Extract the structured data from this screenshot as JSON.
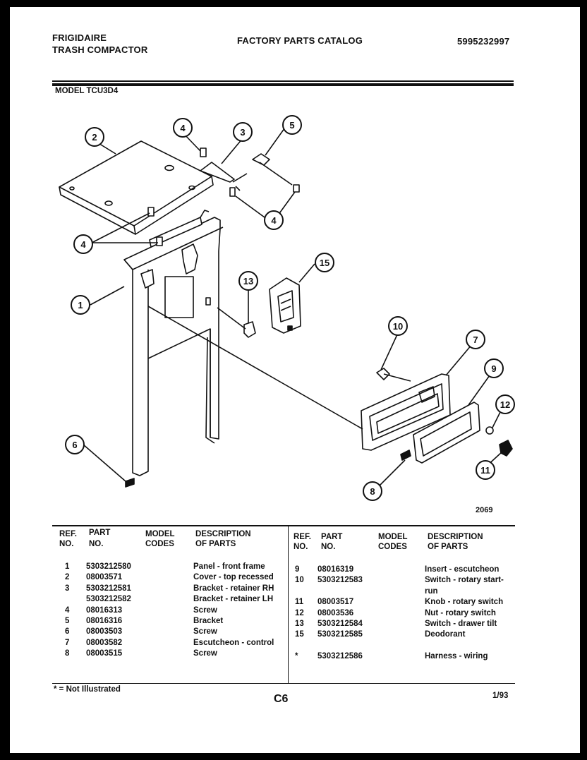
{
  "header": {
    "brand": "FRIGIDAIRE",
    "product": "TRASH COMPACTOR",
    "catalog_title": "FACTORY PARTS CATALOG",
    "catalog_number": "5995232997",
    "model": "MODEL TCU3D4"
  },
  "diagram": {
    "callouts": [
      "1",
      "2",
      "3",
      "4",
      "4",
      "4",
      "5",
      "6",
      "7",
      "8",
      "9",
      "10",
      "11",
      "12",
      "13",
      "15"
    ],
    "drawing_number": "2069"
  },
  "table": {
    "headers": {
      "ref": [
        "REF.",
        "NO."
      ],
      "part": [
        "PART",
        "NO."
      ],
      "model": [
        "MODEL",
        "CODES"
      ],
      "desc": [
        "DESCRIPTION",
        "OF PARTS"
      ]
    },
    "left_rows": [
      {
        "ref": "1",
        "part": "5303212580",
        "desc": "Panel - front frame"
      },
      {
        "ref": "2",
        "part": "08003571",
        "desc": "Cover - top recessed"
      },
      {
        "ref": "3",
        "part": "5303212581",
        "desc": "Bracket - retainer RH"
      },
      {
        "ref": "",
        "part": "5303212582",
        "desc": "Bracket - retainer LH"
      },
      {
        "ref": "4",
        "part": "08016313",
        "desc": "Screw"
      },
      {
        "ref": "5",
        "part": "08016316",
        "desc": "Bracket"
      },
      {
        "ref": "6",
        "part": "08003503",
        "desc": "Screw"
      },
      {
        "ref": "7",
        "part": "08003582",
        "desc": "Escutcheon - control"
      },
      {
        "ref": "8",
        "part": "08003515",
        "desc": "Screw"
      }
    ],
    "right_rows": [
      {
        "ref": "9",
        "part": "08016319",
        "desc": "Insert - escutcheon"
      },
      {
        "ref": "10",
        "part": "5303212583",
        "desc": "Switch - rotary start-"
      },
      {
        "ref": "",
        "part": "",
        "desc": "run"
      },
      {
        "ref": "11",
        "part": "08003517",
        "desc": "Knob - rotary switch"
      },
      {
        "ref": "12",
        "part": "08003536",
        "desc": "Nut - rotary switch"
      },
      {
        "ref": "13",
        "part": "5303212584",
        "desc": "Switch - drawer tilt"
      },
      {
        "ref": "15",
        "part": "5303212585",
        "desc": "Deodorant"
      },
      {
        "ref": "",
        "part": "",
        "desc": ""
      },
      {
        "ref": "*",
        "part": "5303212586",
        "desc": "Harness - wiring"
      }
    ]
  },
  "footer": {
    "note": "* = Not Illustrated",
    "page": "C6",
    "date": "1/93"
  }
}
